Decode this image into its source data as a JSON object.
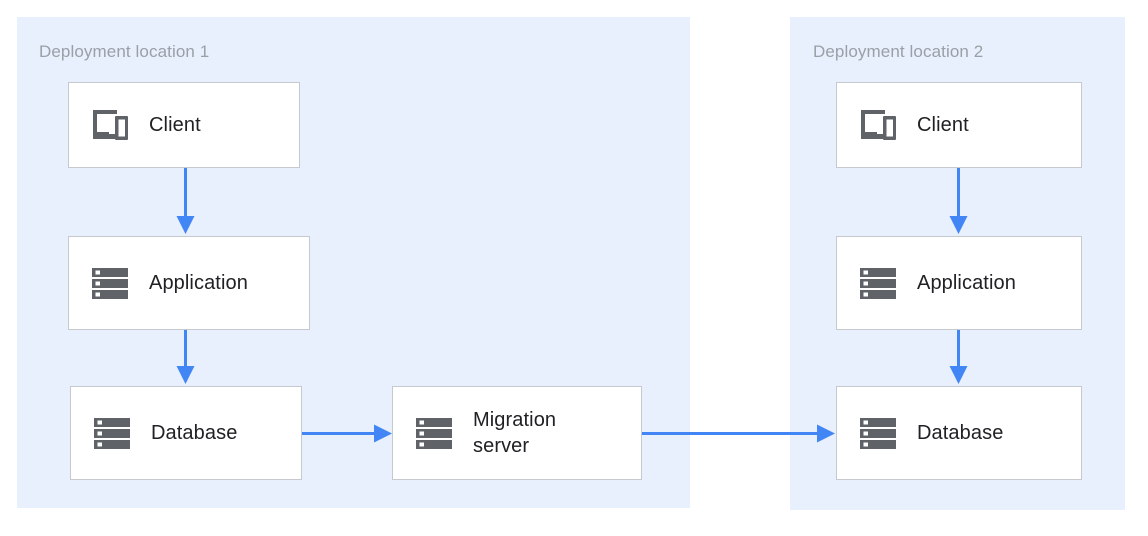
{
  "diagram": {
    "type": "architecture-diagram",
    "background": "#ffffff",
    "accent_color": "#4285f4",
    "region_color": "#e8f0fe",
    "node_fill": "#ffffff",
    "node_border": "#c6cace",
    "icon_color": "#5f6368",
    "label_color": "#9aa0a6",
    "text_color": "#202124",
    "regions": [
      {
        "id": "deployment-location-1",
        "label": "Deployment location 1"
      },
      {
        "id": "deployment-location-2",
        "label": "Deployment location 2"
      }
    ],
    "nodes": [
      {
        "id": "client-1",
        "label": "Client",
        "icon": "devices-icon"
      },
      {
        "id": "application-1",
        "label": "Application",
        "icon": "server-icon"
      },
      {
        "id": "database-1",
        "label": "Database",
        "icon": "server-icon"
      },
      {
        "id": "migration-server",
        "label": "Migration\nserver",
        "icon": "server-icon"
      },
      {
        "id": "client-2",
        "label": "Client",
        "icon": "devices-icon"
      },
      {
        "id": "application-2",
        "label": "Application",
        "icon": "server-icon"
      },
      {
        "id": "database-2",
        "label": "Database",
        "icon": "server-icon"
      }
    ],
    "edges": [
      {
        "id": "client-1-to-application-1",
        "from": "client-1",
        "to": "application-1",
        "direction": "down"
      },
      {
        "id": "application-1-to-database-1",
        "from": "application-1",
        "to": "database-1",
        "direction": "down"
      },
      {
        "id": "database-1-to-migration-server",
        "from": "database-1",
        "to": "migration-server",
        "direction": "right"
      },
      {
        "id": "migration-server-to-database-2",
        "from": "migration-server",
        "to": "database-2",
        "direction": "right"
      },
      {
        "id": "client-2-to-application-2",
        "from": "client-2",
        "to": "application-2",
        "direction": "down"
      },
      {
        "id": "application-2-to-database-2",
        "from": "application-2",
        "to": "database-2",
        "direction": "down"
      }
    ]
  }
}
